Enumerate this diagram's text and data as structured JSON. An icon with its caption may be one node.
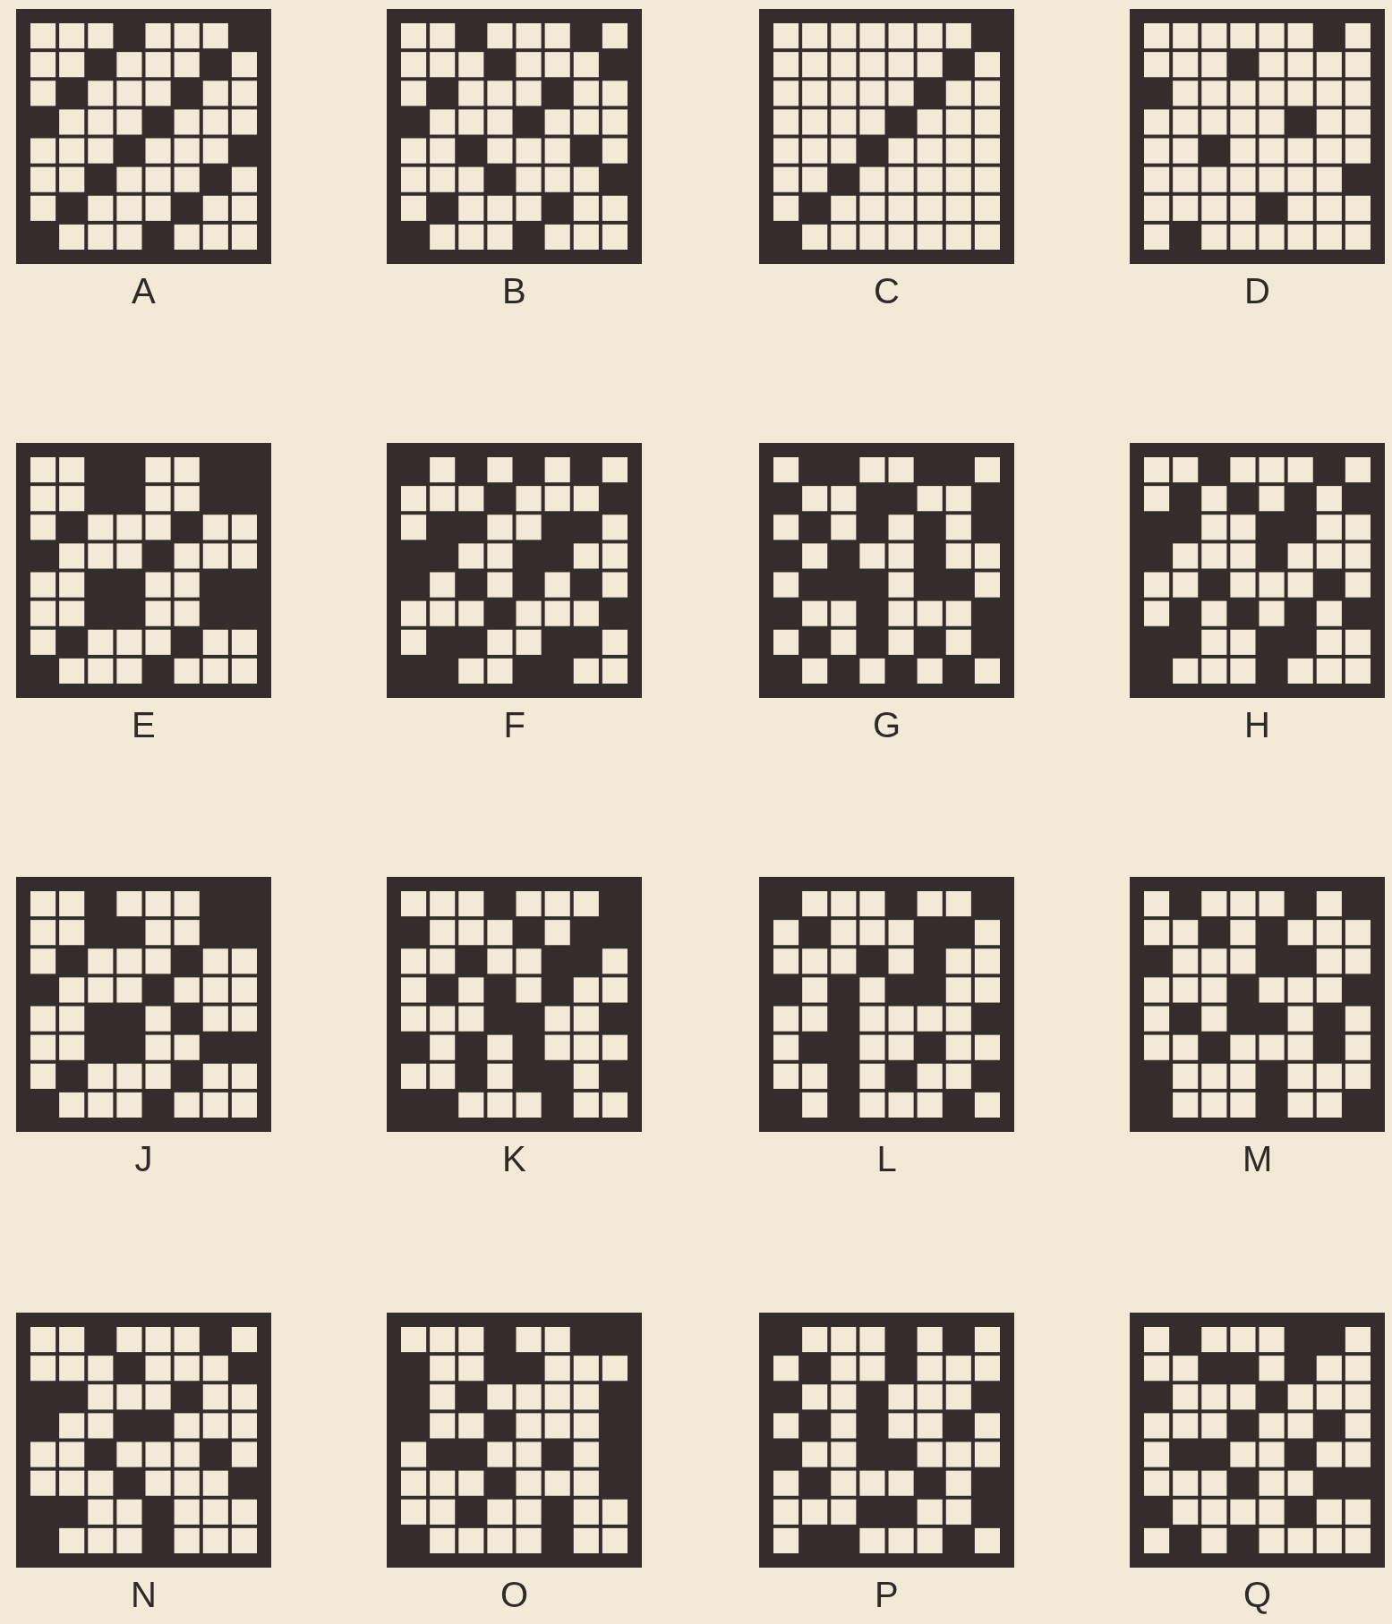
{
  "diagram": {
    "labels": [
      "A",
      "B",
      "C",
      "D",
      "E",
      "F",
      "G",
      "H",
      "J",
      "K",
      "L",
      "M",
      "N",
      "O",
      "P",
      "Q"
    ]
  }
}
